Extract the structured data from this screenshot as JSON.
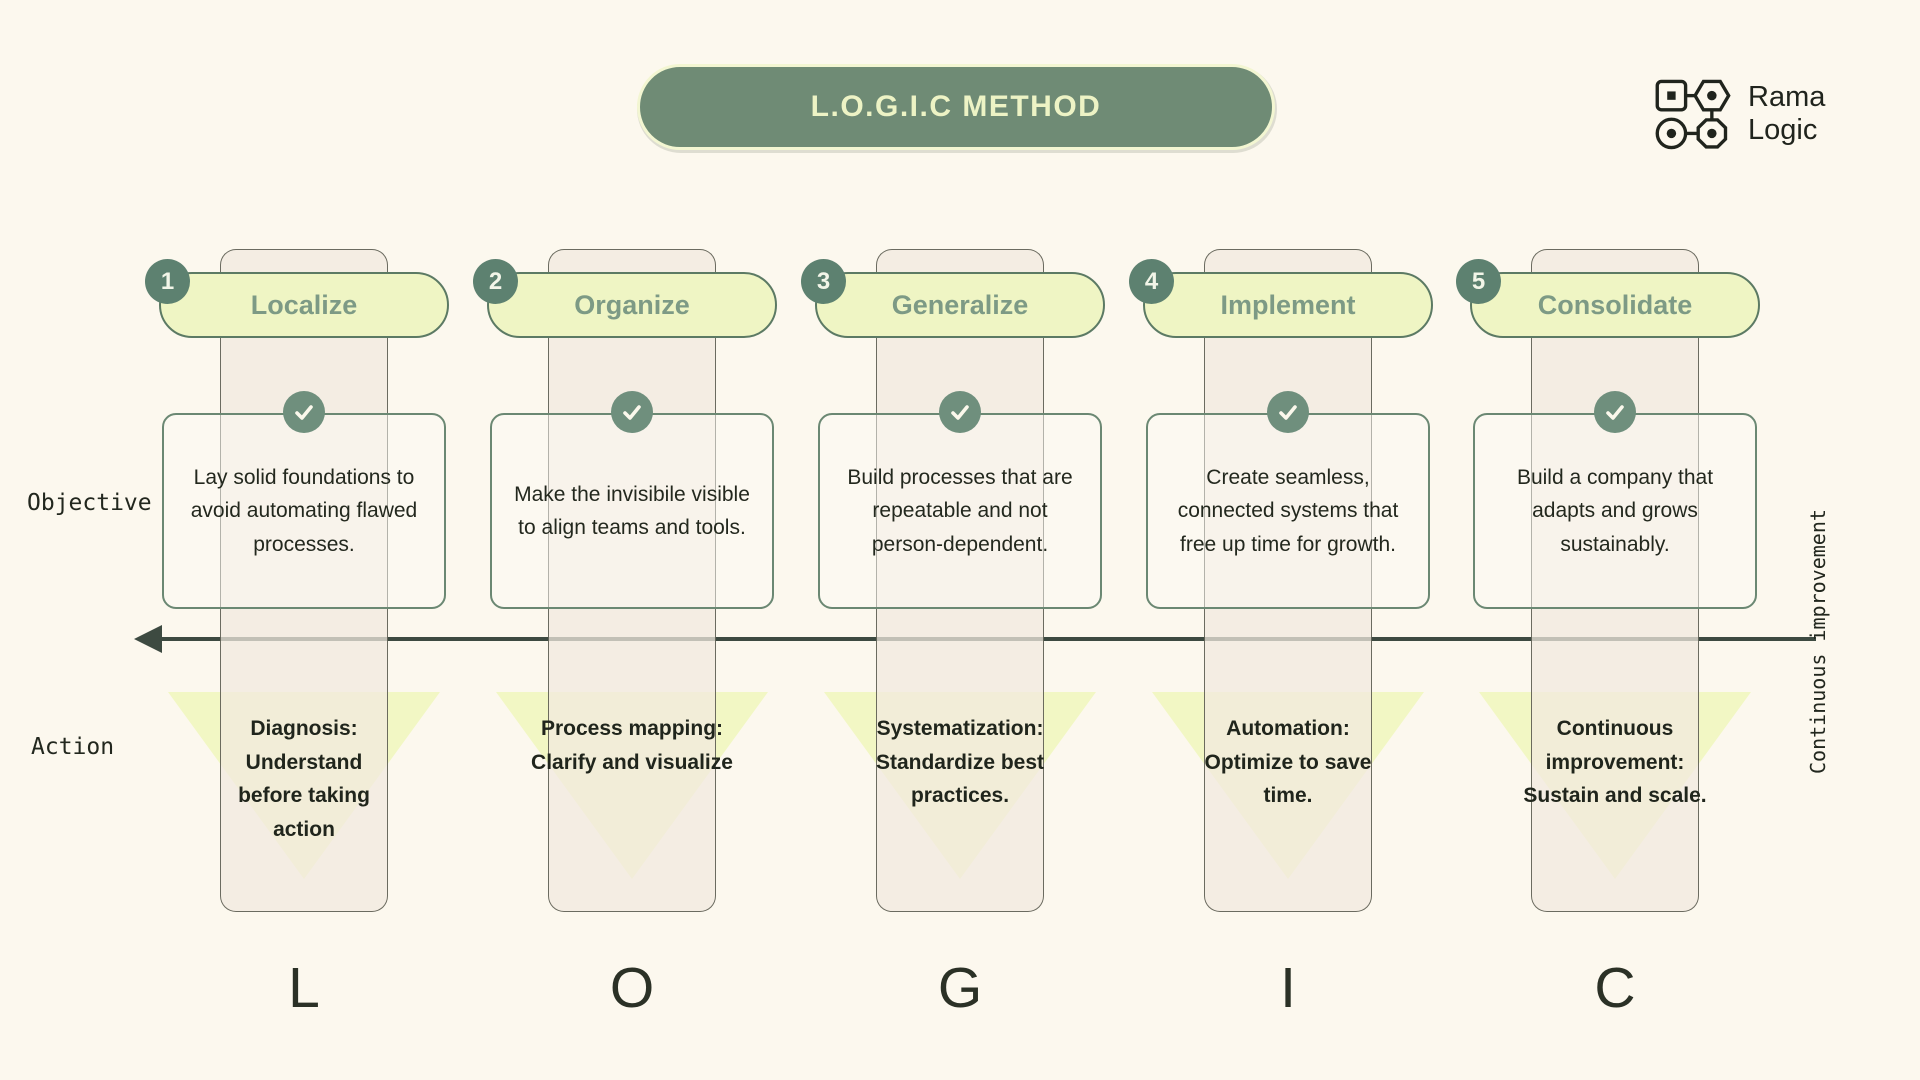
{
  "title": "L.O.G.I.C METHOD",
  "brand": {
    "line1": "Rama",
    "line2": "Logic"
  },
  "row_labels": {
    "objective": "Objective",
    "action": "Action"
  },
  "axis": {
    "label": "Continuous improvement"
  },
  "columns": [
    {
      "number": "1",
      "name": "Localize",
      "letter": "L",
      "objective": "Lay solid foundations to avoid automating flawed processes.",
      "action": "Diagnosis: Understand before taking action"
    },
    {
      "number": "2",
      "name": "Organize",
      "letter": "O",
      "objective": "Make the invisibile visible to align teams and tools.",
      "action": "Process mapping: Clarify and visualize"
    },
    {
      "number": "3",
      "name": "Generalize",
      "letter": "G",
      "objective": "Build processes that are repeatable and not person-dependent.",
      "action": "Systematization: Standardize best practices."
    },
    {
      "number": "4",
      "name": "Implement",
      "letter": "I",
      "objective": "Create seamless, connected systems that free up time for growth.",
      "action": "Automation: Optimize to save time."
    },
    {
      "number": "5",
      "name": "Consolidate",
      "letter": "C",
      "objective": "Build a company that adapts and grows sustainably.",
      "action": "Continuous improvement: Sustain and scale."
    }
  ],
  "colors": {
    "background": "#fcf8ee",
    "title_fill": "#6f8b75",
    "title_text": "#edf3c5",
    "pill_fill": "#eff5c4",
    "pill_border": "#5c7a64",
    "pill_text": "#7d9a85",
    "badge_fill": "#5d8170",
    "strip_fill": "#f1eadf",
    "card_border": "#6b8873",
    "check_fill": "#6f8f7d",
    "triangle_fill": "#f2f7c4",
    "arrow": "#3d4a41",
    "text_dark": "#20251c"
  }
}
